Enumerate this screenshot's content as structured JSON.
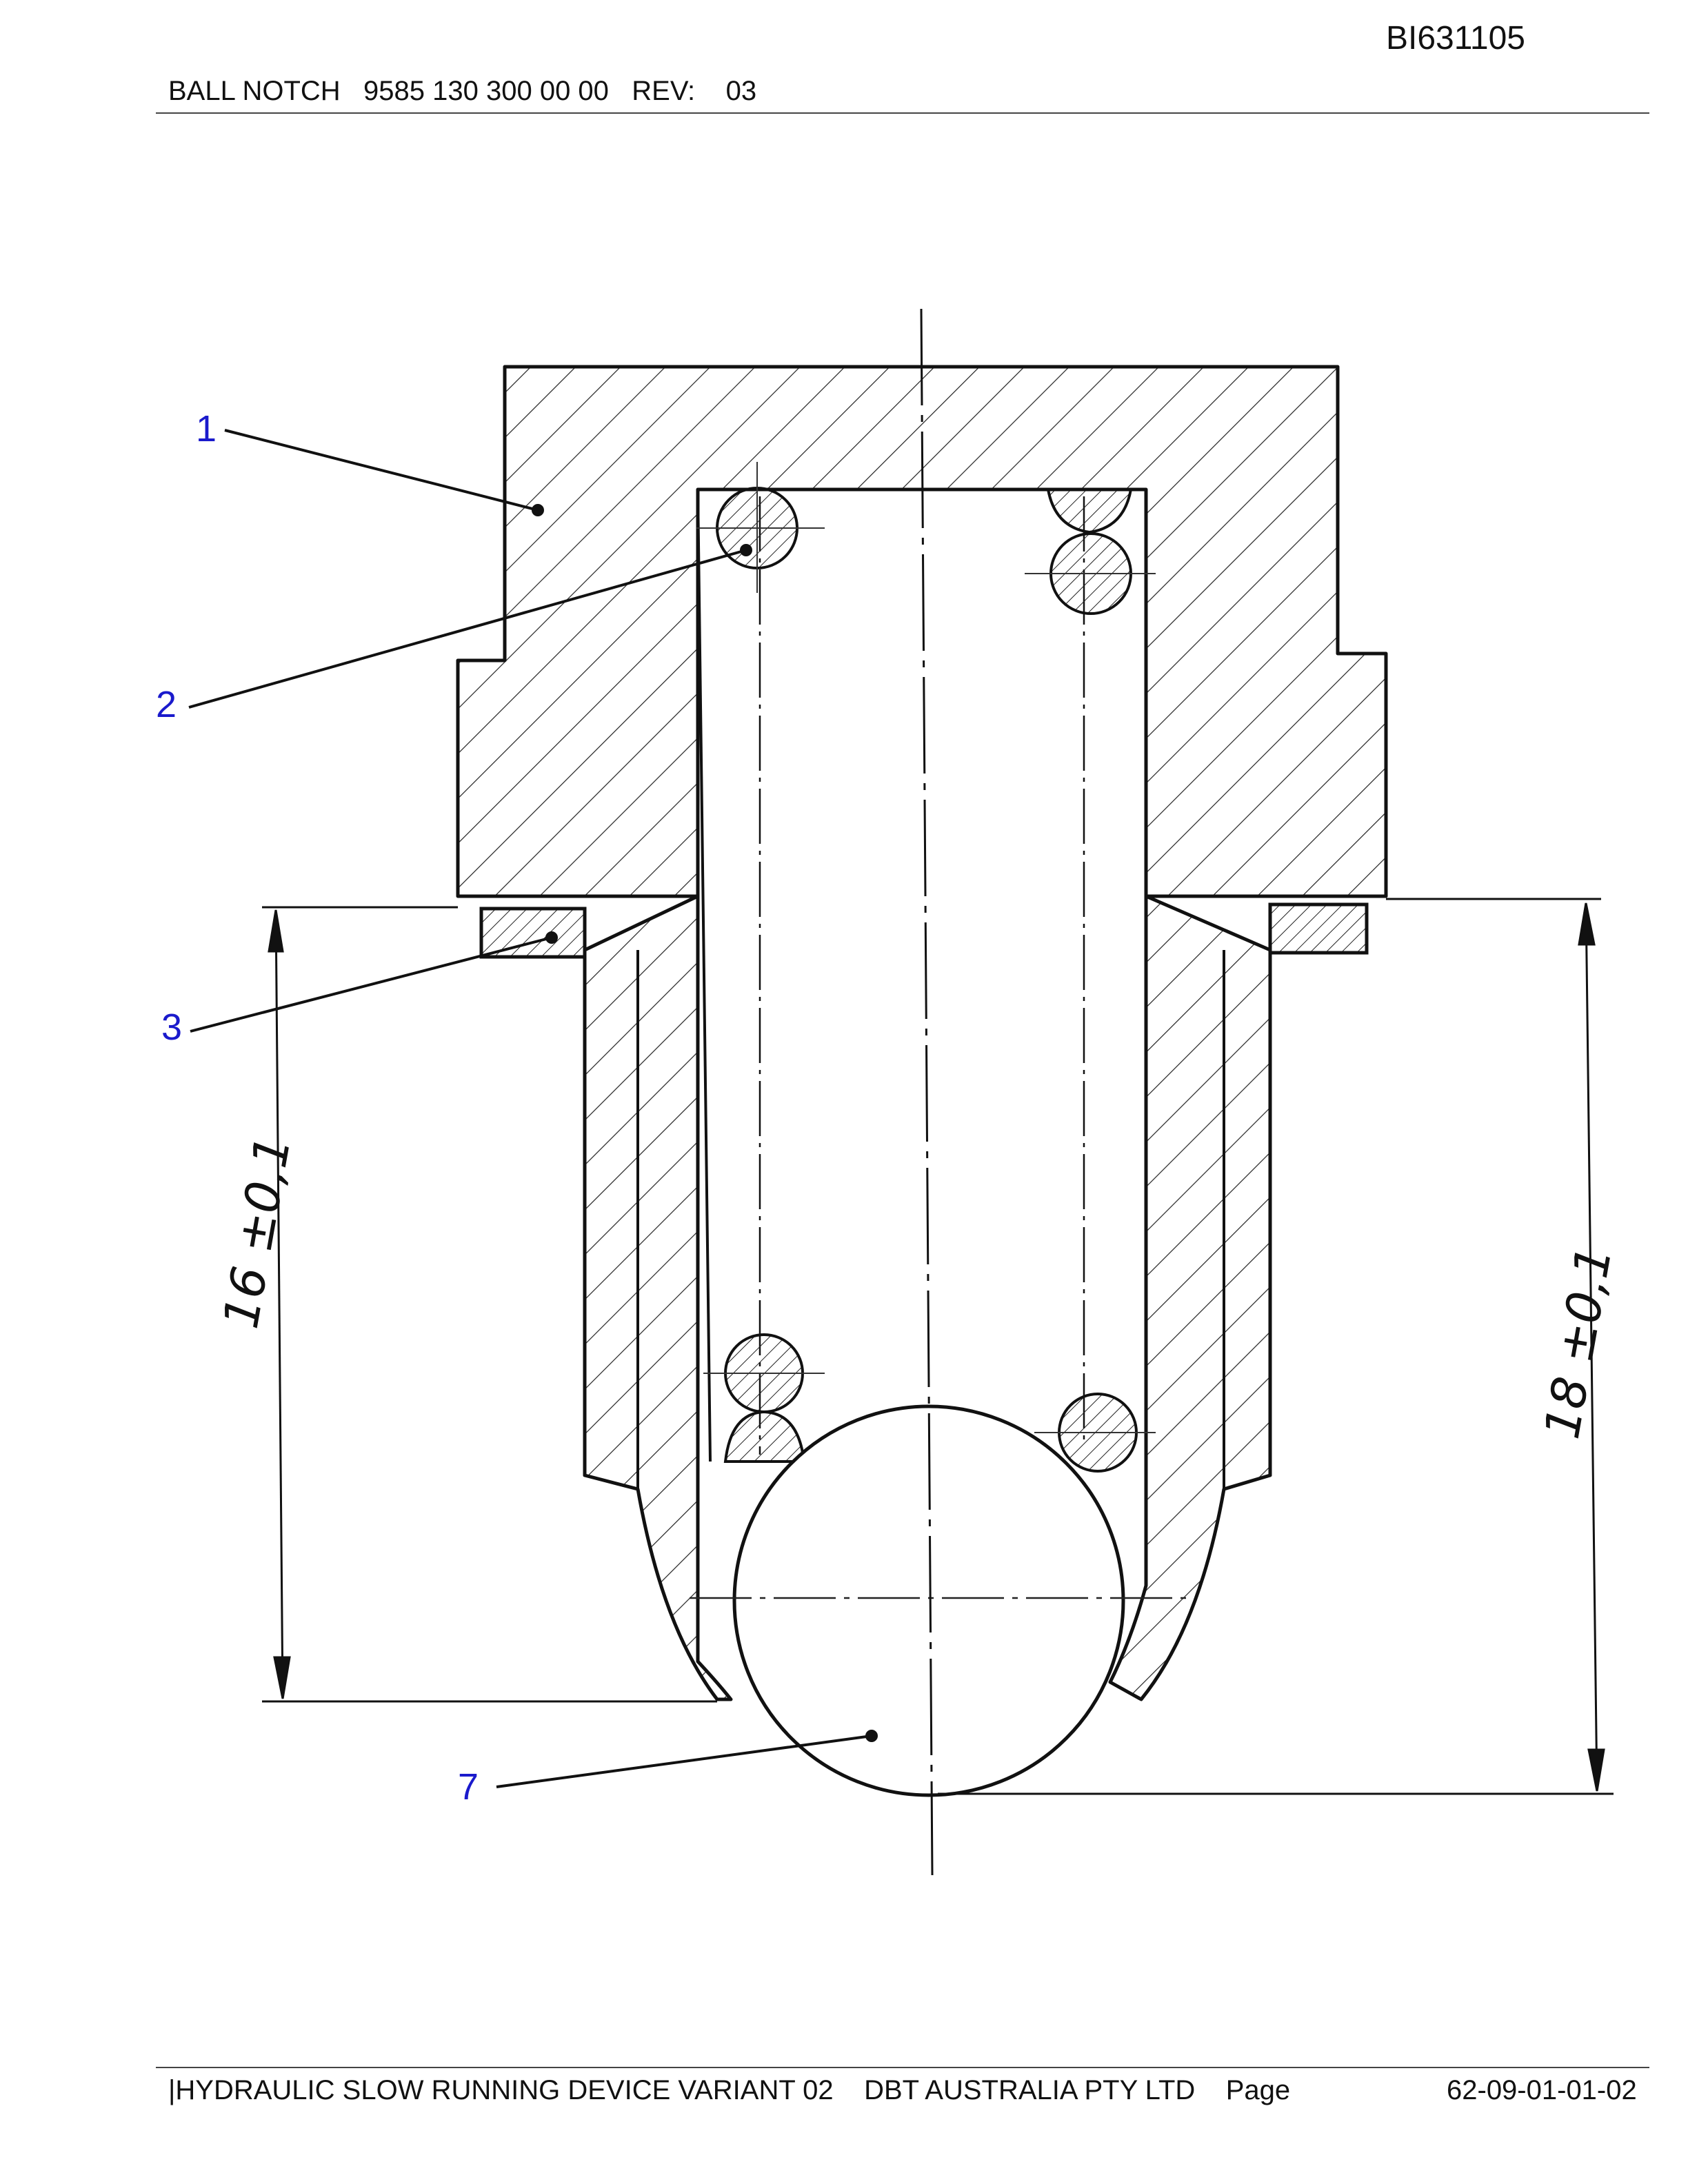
{
  "header": {
    "doc_id": "BI631105",
    "part_line": "BALL NOTCH   9585 130 300 00 00   REV:    03"
  },
  "drawing": {
    "callouts": [
      "1",
      "2",
      "3",
      "7"
    ],
    "dimensions": {
      "left": "16 ±0,1",
      "right": "18 ±0,1"
    }
  },
  "footer": {
    "left": "|HYDRAULIC SLOW RUNNING DEVICE VARIANT 02    DBT AUSTRALIA PTY LTD    Page",
    "right": "62-09-01-01-02"
  },
  "colors": {
    "callout": "#1a1acc",
    "line": "#111111"
  }
}
